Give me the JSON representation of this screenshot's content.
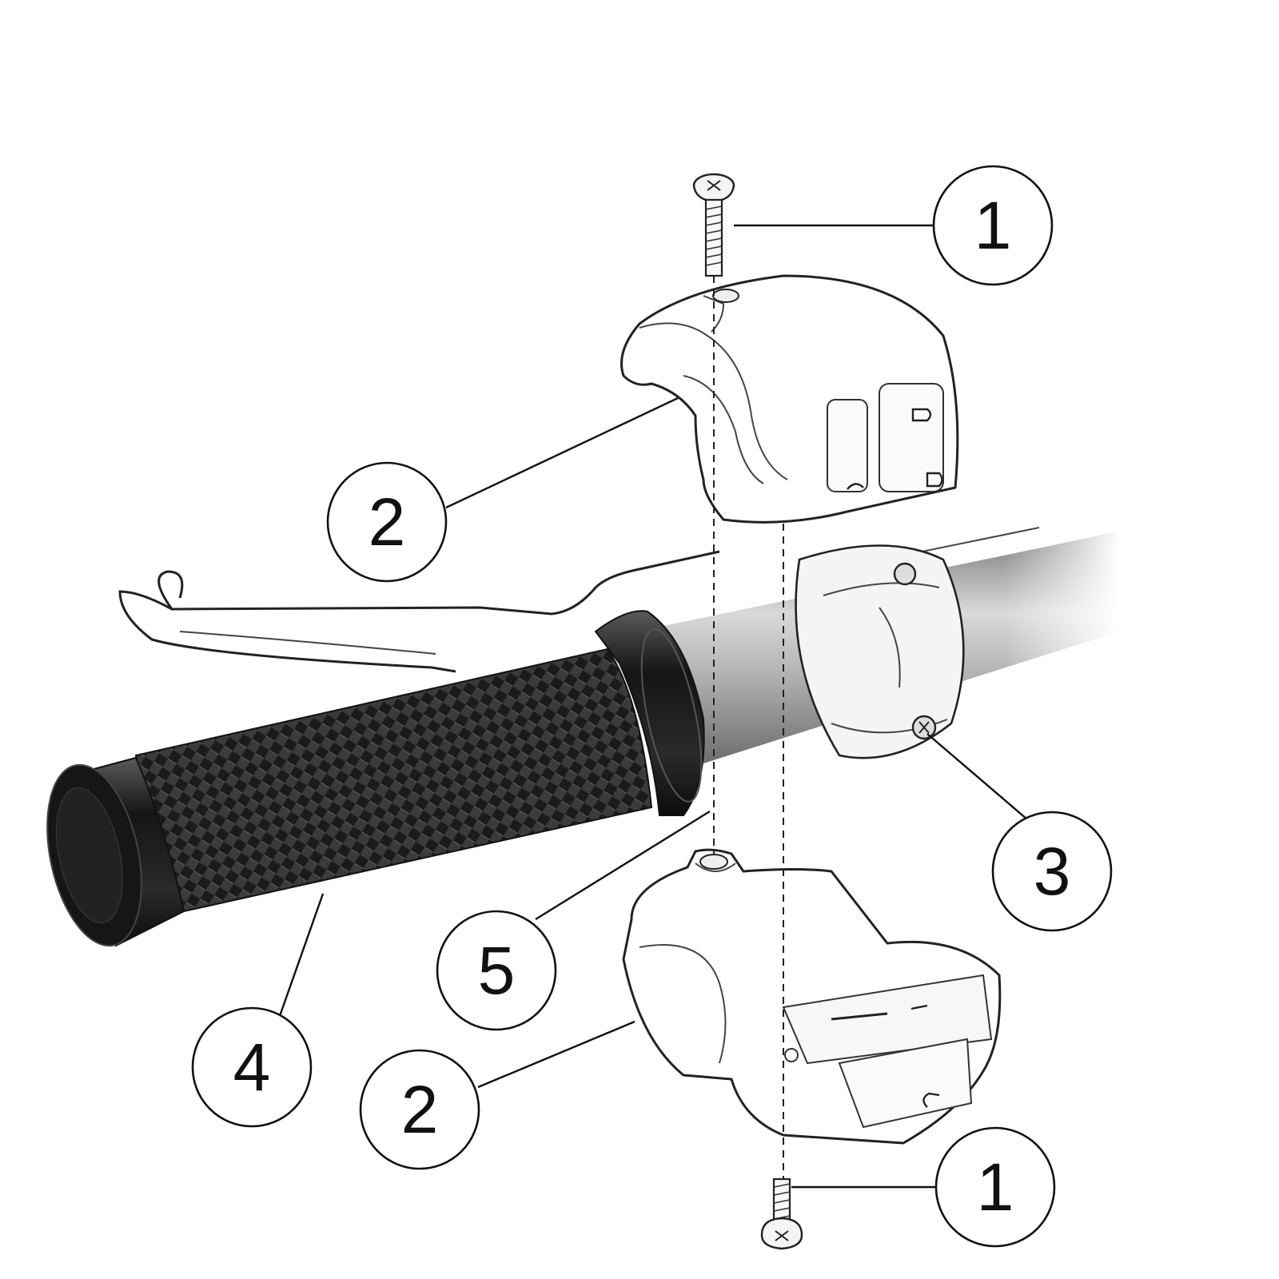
{
  "diagram": {
    "callouts": [
      {
        "id": "c1-top",
        "label": "1"
      },
      {
        "id": "c2-top",
        "label": "2"
      },
      {
        "id": "c3",
        "label": "3"
      },
      {
        "id": "c4",
        "label": "4"
      },
      {
        "id": "c5",
        "label": "5"
      },
      {
        "id": "c2-bottom",
        "label": "2"
      },
      {
        "id": "c1-bottom",
        "label": "1"
      }
    ],
    "colors": {
      "line": "#111111",
      "grip": "#1c1c1c",
      "bar": "#a9a9a9",
      "background": "#ffffff"
    }
  }
}
